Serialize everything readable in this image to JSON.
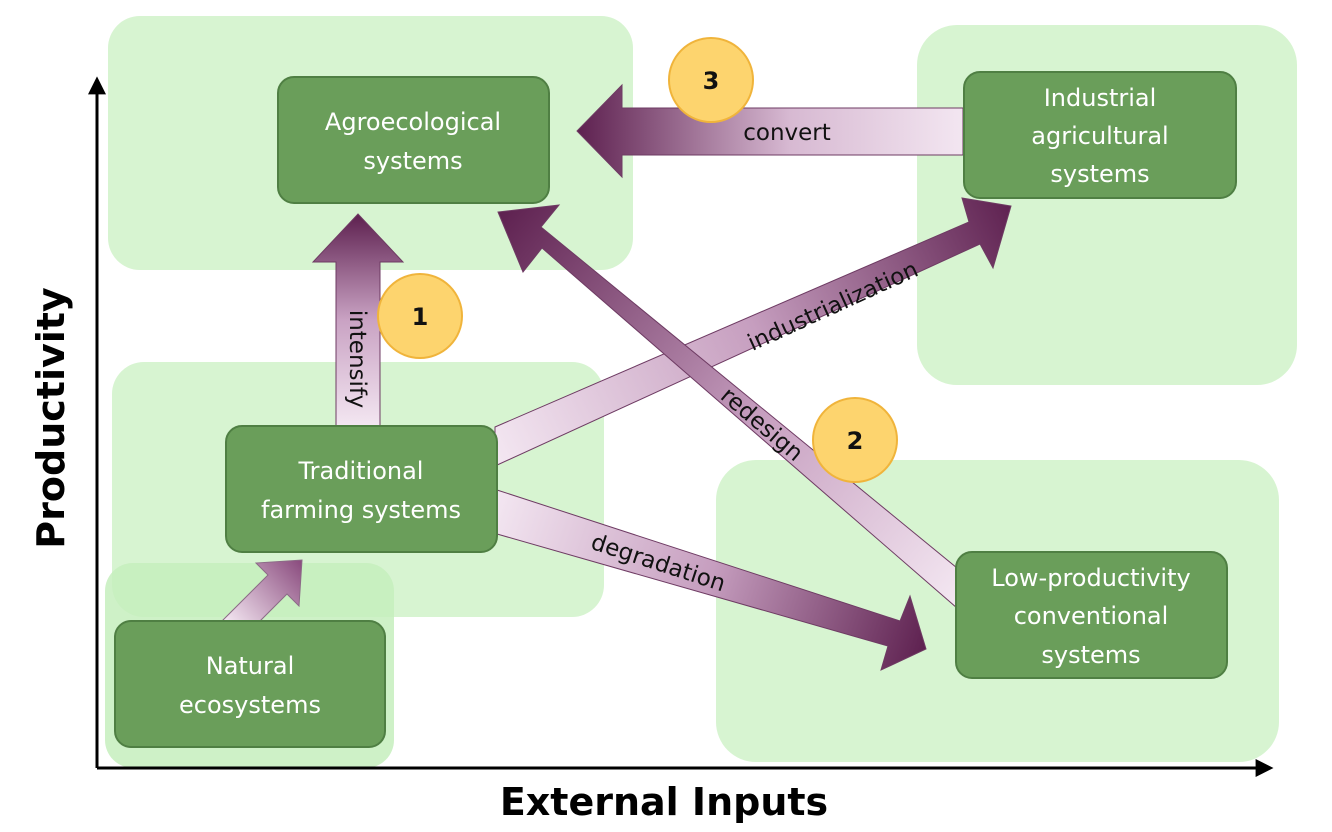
{
  "axes": {
    "x_label": "External Inputs",
    "y_label": "Productivity"
  },
  "nodes": {
    "agroecological": {
      "line1": "Agroecological",
      "line2": "systems"
    },
    "industrial": {
      "line1": "Industrial",
      "line2": "agricultural",
      "line3": "systems"
    },
    "traditional": {
      "line1": "Traditional",
      "line2": "farming systems"
    },
    "natural": {
      "line1": "Natural",
      "line2": "ecosystems"
    },
    "low_productivity": {
      "line1": "Low-productivity",
      "line2": "conventional",
      "line3": "systems"
    }
  },
  "transitions": {
    "intensify": "intensify",
    "industrialization": "industrialization",
    "redesign": "redesign",
    "degradation": "degradation",
    "convert": "convert"
  },
  "badges": {
    "one": "1",
    "two": "2",
    "three": "3"
  },
  "colors": {
    "region_fill": "#d7f4d1",
    "node_fill": "#6a9e5a",
    "node_border": "#4f7f43",
    "arrow_light": "#ecd9ea",
    "arrow_dark": "#5e2150",
    "badge_fill": "#fdd46e",
    "badge_border": "#f0b43b"
  }
}
